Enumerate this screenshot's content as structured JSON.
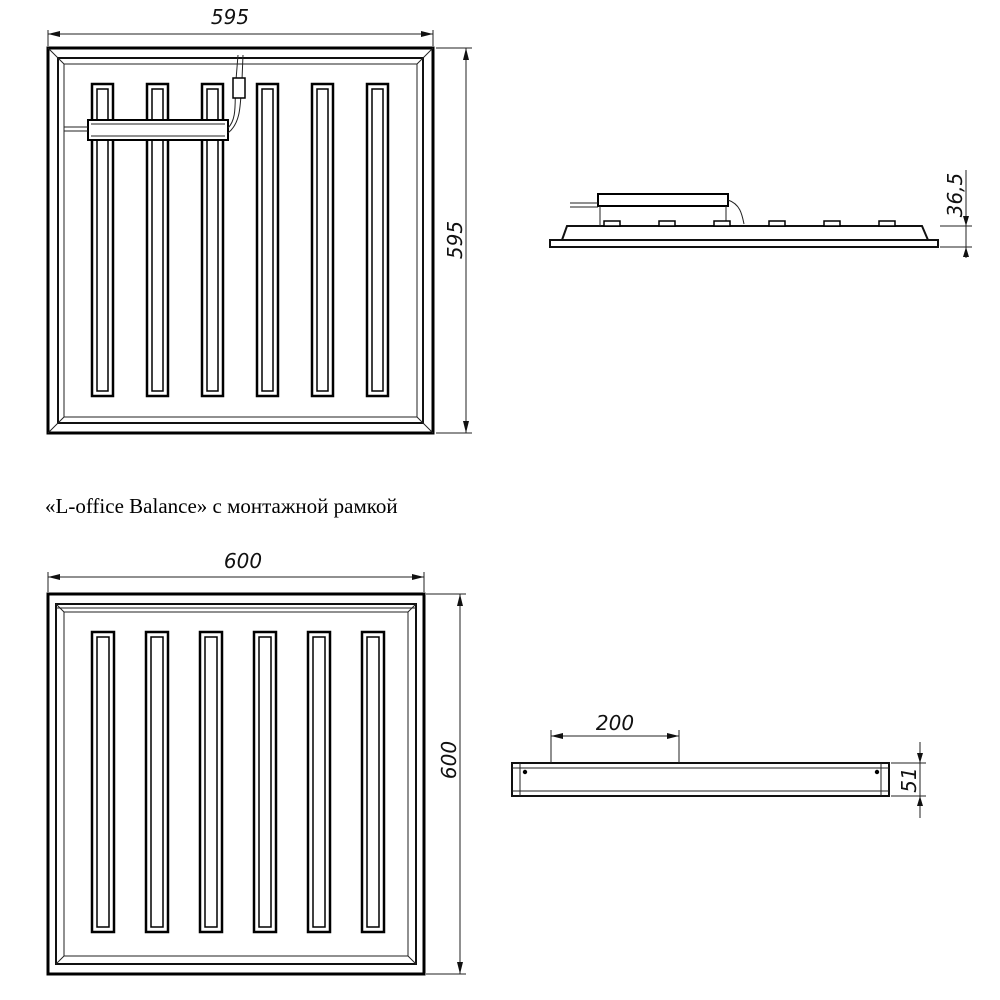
{
  "caption": "«L-office Balance» с монтажной рамкой",
  "top_panel": {
    "width_label": "595",
    "height_label": "595",
    "slot_count": 6
  },
  "top_side_view": {
    "height_label": "36,5"
  },
  "bottom_panel": {
    "width_label": "600",
    "height_label": "600",
    "slot_count": 6
  },
  "bottom_side_view": {
    "width_label": "200",
    "height_label": "51"
  }
}
